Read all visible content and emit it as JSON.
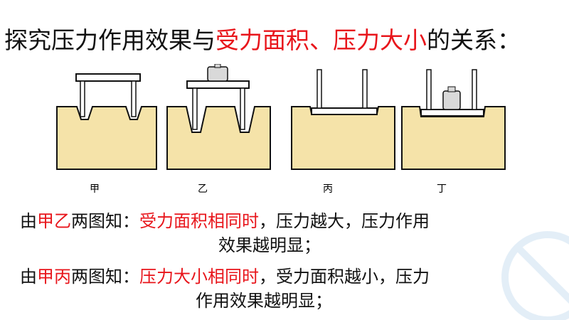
{
  "title": {
    "prefix": "探究压力作用效果与",
    "highlight": "受力面积、压力大小",
    "suffix": "的关系："
  },
  "figures": {
    "labels": [
      "甲",
      "乙",
      "丙",
      "丁"
    ],
    "colors": {
      "foam": "#f5e3a9",
      "foam_dark": "#e7cf86",
      "outline": "#111111",
      "table": "#ffffff",
      "weight": "#d9d9d9"
    }
  },
  "conclusion1": {
    "prefix": "由",
    "figs": "甲乙",
    "mid": "两图知：",
    "condition": "受力面积相同时",
    "result_line1": "，压力越大，压力作用",
    "result_line2": "效果越明显；"
  },
  "conclusion2": {
    "prefix": "由",
    "figs": "甲丙",
    "mid": "两图知：",
    "condition": "压力大小相同时",
    "result_line1": "，受力面积越小，压力",
    "result_line2": "作用效果越明显；"
  }
}
